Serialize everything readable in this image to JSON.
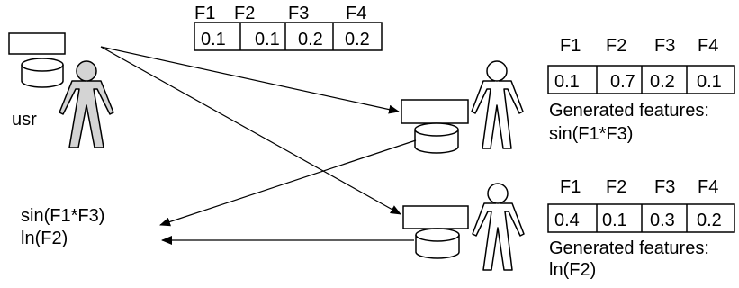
{
  "top_table": {
    "headers": [
      "F1",
      "F2",
      "F3",
      "F4"
    ],
    "values": [
      "0.1",
      "0.1",
      "0.2",
      "0.2"
    ]
  },
  "user": {
    "label": "usr"
  },
  "server1": {
    "headers": [
      "F1",
      "F2",
      "F3",
      "F4"
    ],
    "values": [
      "0.1",
      "0.7",
      "0.2",
      "0.1"
    ],
    "generated_label": "Generated features:",
    "generated_value": "sin(F1*F3)"
  },
  "server2": {
    "headers": [
      "F1",
      "F2",
      "F3",
      "F4"
    ],
    "values": [
      "0.4",
      "0.1",
      "0.3",
      "0.2"
    ],
    "generated_label": "Generated features:",
    "generated_value": "ln(F2)"
  },
  "result": {
    "line1": "sin(F1*F3)",
    "line2": "ln(F2)"
  },
  "colors": {
    "user_fill": "#d4d4d4",
    "stroke": "#000000",
    "background": "#ffffff"
  }
}
